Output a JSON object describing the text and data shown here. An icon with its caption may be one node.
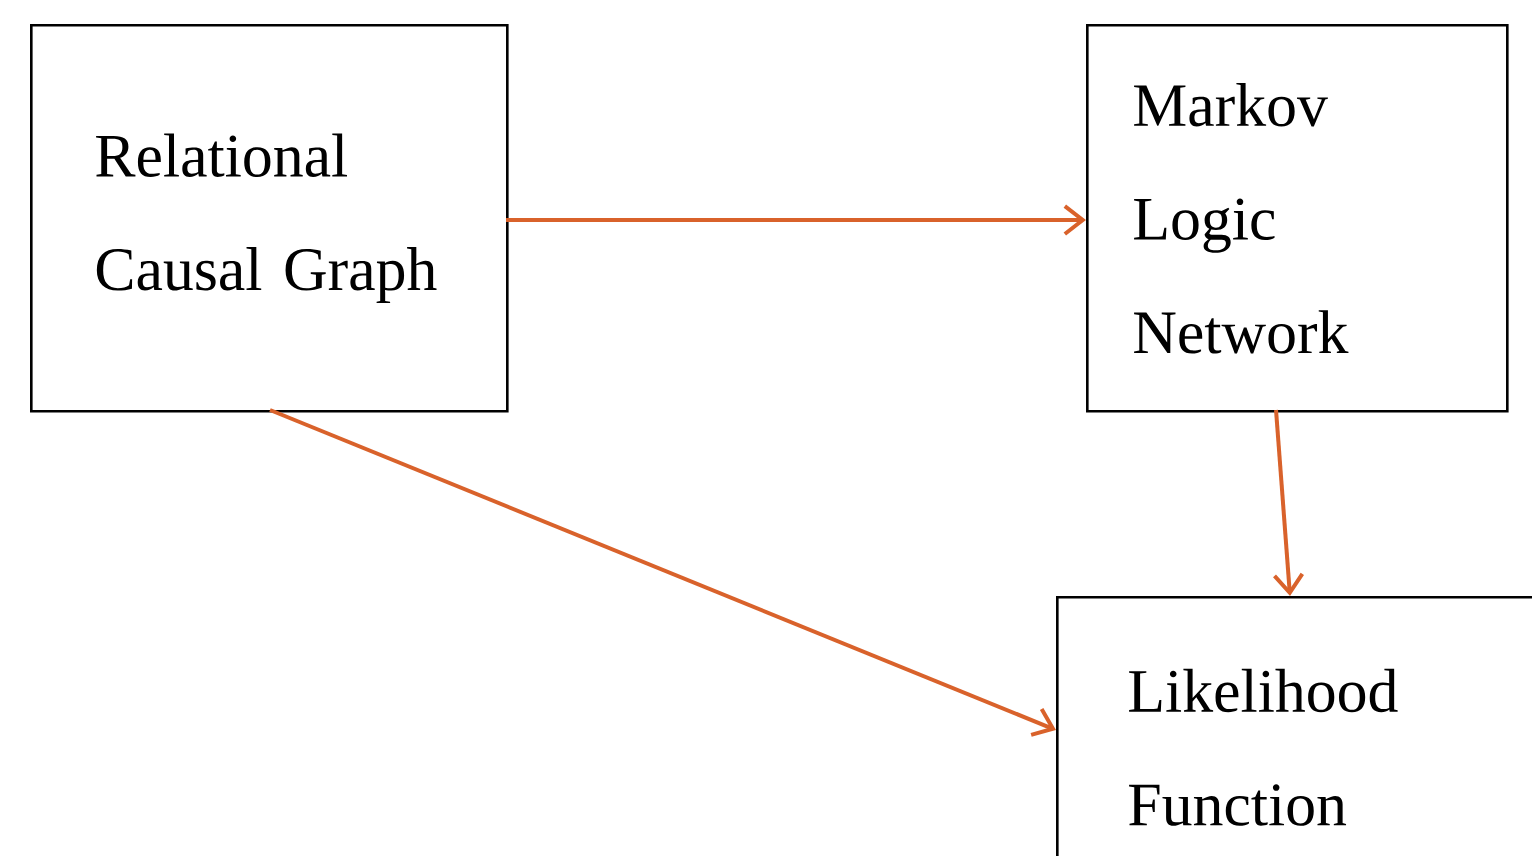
{
  "diagram": {
    "nodes": [
      {
        "text": [
          "Relational Causal Graph"
        ]
      },
      {
        "text": [
          "Markov Logic Network"
        ]
      },
      {
        "text": [
          "Likelihood Function"
        ]
      }
    ],
    "edges": [
      {
        "from": 0,
        "to": 1,
        "arrow": "to"
      },
      {
        "from": 0,
        "to": 2,
        "arrow": "to"
      },
      {
        "from": 1,
        "to": 2,
        "arrow": "to"
      }
    ]
  }
}
